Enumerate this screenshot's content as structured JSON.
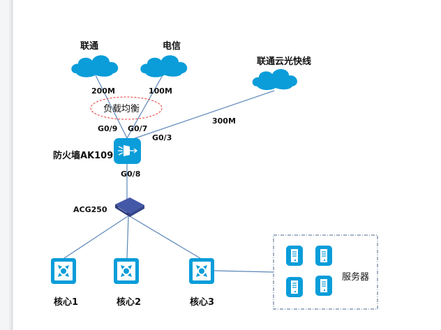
{
  "diagram": {
    "type": "network-topology",
    "colors": {
      "device_blue": "#0a9dd9",
      "link_line": "#5b86b8",
      "load_balance_ellipse": "#e53935",
      "server_box_border": "#4a6a8a",
      "acg_body": "#3a4f9e"
    },
    "isps": [
      {
        "name": "联通",
        "bandwidth": "200M",
        "port": "G0/9"
      },
      {
        "name": "电信",
        "bandwidth": "100M",
        "port": "G0/7"
      },
      {
        "name": "联通云光快线",
        "bandwidth": "300M",
        "port": "G0/3"
      }
    ],
    "load_balance_label": "负载均衡",
    "firewall": {
      "label": "防火墙AK109",
      "downlink_port": "G0/8"
    },
    "acg": {
      "label": "ACG250"
    },
    "cores": [
      {
        "label": "核心1"
      },
      {
        "label": "核心2"
      },
      {
        "label": "核心3"
      }
    ],
    "server_group": {
      "label": "服务器",
      "count": 4
    }
  }
}
